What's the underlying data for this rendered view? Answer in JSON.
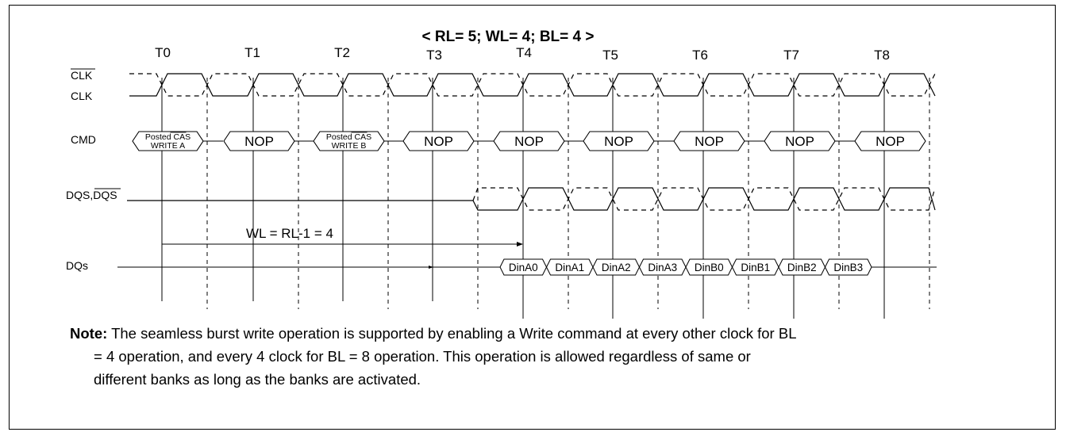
{
  "title": "< RL= 5; WL= 4; BL= 4 >",
  "ticks": [
    "T0",
    "T1",
    "T2",
    "T3",
    "T4",
    "T5",
    "T6",
    "T7",
    "T8"
  ],
  "signals": {
    "clk_bar": "CLK",
    "clk": "CLK",
    "cmd": "CMD",
    "dqs_prefix": "DQS,",
    "dqs_bar": "DQS",
    "dqs": "DQs"
  },
  "commands": [
    {
      "line1_prefix": "Posted ",
      "line1_bar": "CAS",
      "line2": "WRITE A"
    },
    {
      "label": "NOP"
    },
    {
      "line1_prefix": "Posted ",
      "line1_bar": "CAS",
      "line2": "WRITE B"
    },
    {
      "label": "NOP"
    },
    {
      "label": "NOP"
    },
    {
      "label": "NOP"
    },
    {
      "label": "NOP"
    },
    {
      "label": "NOP"
    },
    {
      "label": "NOP"
    }
  ],
  "data_words": [
    "DinA0",
    "DinA1",
    "DinA2",
    "DinA3",
    "DinB0",
    "DinB1",
    "DinB2",
    "DinB3"
  ],
  "wl_label": "WL = RL-1 = 4",
  "note": {
    "label": "Note:",
    "line1": " The seamless burst write operation is supported by enabling a Write command at every other clock for BL",
    "line2": "= 4 operation, and every 4 clock for BL = 8 operation. This operation is allowed regardless of same or",
    "line3": "different banks as long as the banks are activated."
  }
}
